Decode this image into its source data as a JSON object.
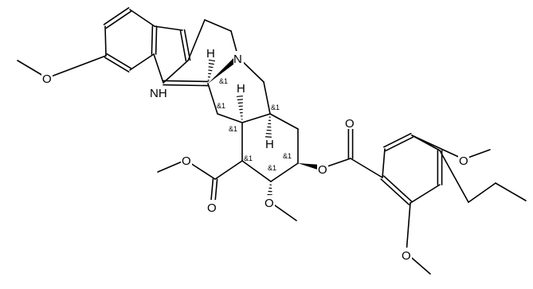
{
  "atoms": {
    "n_ring": "N",
    "nh": "NH",
    "o_methoxy_indole": "O",
    "o_ester_single": "O",
    "o_ester_carbonyl": "O",
    "o_methoxy_ring": "O",
    "o_ester_link": "O",
    "o_benzoate_carbonyl": "O",
    "o_methoxy_top": "O",
    "o_methoxy_bottom": "O",
    "h_c3": "H",
    "h_c15": "H",
    "h_c20": "H"
  },
  "stereo_labels": [
    "&1",
    "&1",
    "&1",
    "&1",
    "&1",
    "&1",
    "&1"
  ]
}
